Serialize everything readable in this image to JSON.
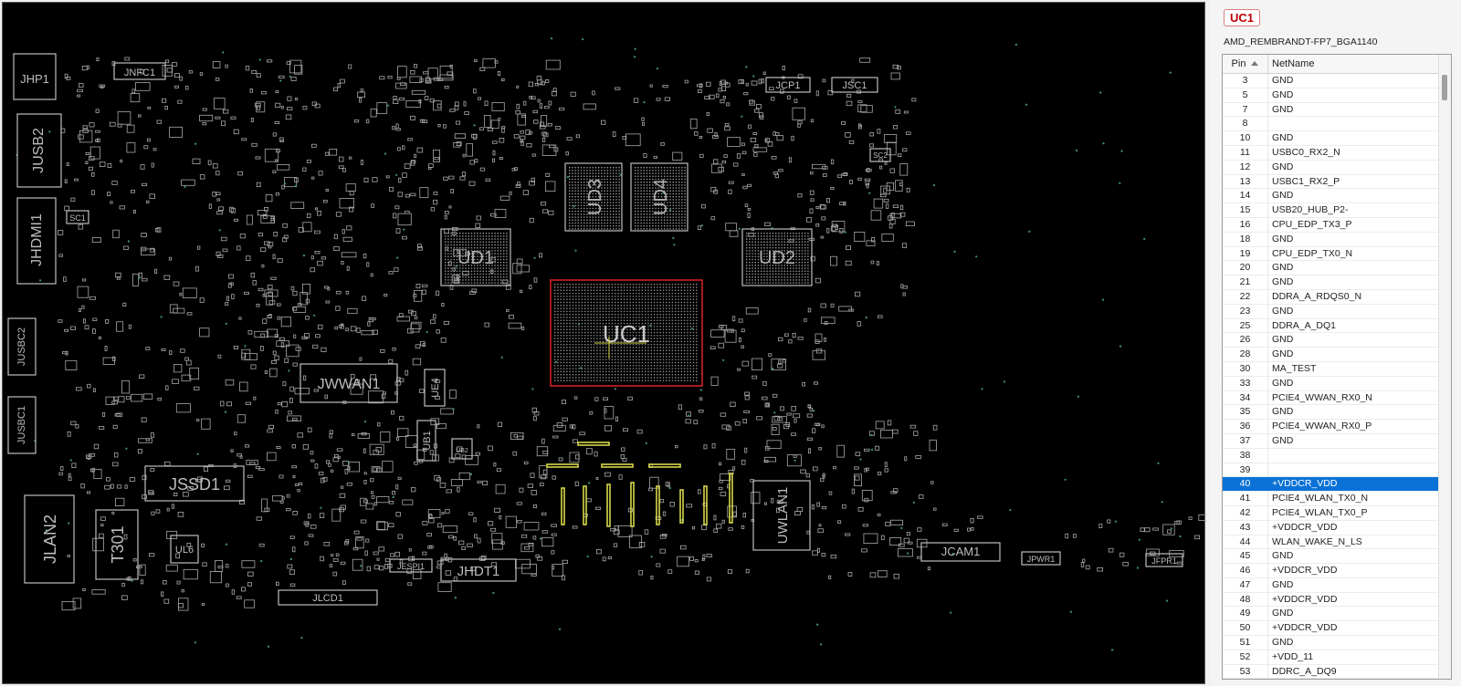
{
  "board": {
    "labels": {
      "jhp1": "JHP1",
      "jnfc1": "JNFC1",
      "jusb2": "JUSB2",
      "jhdmi1": "JHDMI1",
      "sc1": "SC1",
      "jusbc2": "JUSBC2",
      "jusbc1": "JUSBC1",
      "jlan2": "JLAN2",
      "t301": "T301",
      "ul6": "UL6",
      "jssd1": "JSSD1",
      "jwwan1": "JWWAN1",
      "ue4": "UE4",
      "ub1": "UB1",
      "ub2": "UB2",
      "jespi1": "JESPI1",
      "jhdt1": "JHDT1",
      "jlcd1": "JLCD1",
      "ud3": "UD3",
      "ud4": "UD4",
      "ud1": "UD1",
      "ud2": "UD2",
      "uc1": "UC1",
      "jcp1": "JCP1",
      "jsc1": "JSC1",
      "sc2": "SC2",
      "uwlan1": "UWLAN1",
      "jcam1": "JCAM1",
      "jpwr1": "JPWR1",
      "jfpr1": "JFPR1"
    }
  },
  "panel": {
    "component": "UC1",
    "part_number": "AMD_REMBRANDT-FP7_BGA1140",
    "columns": {
      "pin": "Pin",
      "net": "NetName"
    },
    "rows": [
      {
        "pin": "3",
        "net": "GND"
      },
      {
        "pin": "5",
        "net": "GND"
      },
      {
        "pin": "7",
        "net": "GND"
      },
      {
        "pin": "8",
        "net": ""
      },
      {
        "pin": "10",
        "net": "GND"
      },
      {
        "pin": "11",
        "net": "USBC0_RX2_N"
      },
      {
        "pin": "12",
        "net": "GND"
      },
      {
        "pin": "13",
        "net": "USBC1_RX2_P"
      },
      {
        "pin": "14",
        "net": "GND"
      },
      {
        "pin": "15",
        "net": "USB20_HUB_P2-"
      },
      {
        "pin": "16",
        "net": "CPU_EDP_TX3_P"
      },
      {
        "pin": "18",
        "net": "GND"
      },
      {
        "pin": "19",
        "net": "CPU_EDP_TX0_N"
      },
      {
        "pin": "20",
        "net": "GND"
      },
      {
        "pin": "21",
        "net": "GND"
      },
      {
        "pin": "22",
        "net": "DDRA_A_RDQS0_N"
      },
      {
        "pin": "23",
        "net": "GND"
      },
      {
        "pin": "25",
        "net": "DDRA_A_DQ1"
      },
      {
        "pin": "26",
        "net": "GND"
      },
      {
        "pin": "28",
        "net": "GND"
      },
      {
        "pin": "30",
        "net": "MA_TEST"
      },
      {
        "pin": "33",
        "net": "GND"
      },
      {
        "pin": "34",
        "net": "PCIE4_WWAN_RX0_N"
      },
      {
        "pin": "35",
        "net": "GND"
      },
      {
        "pin": "36",
        "net": "PCIE4_WWAN_RX0_P"
      },
      {
        "pin": "37",
        "net": "GND"
      },
      {
        "pin": "38",
        "net": ""
      },
      {
        "pin": "39",
        "net": ""
      },
      {
        "pin": "40",
        "net": "+VDDCR_VDD",
        "selected": true
      },
      {
        "pin": "41",
        "net": "PCIE4_WLAN_TX0_N"
      },
      {
        "pin": "42",
        "net": "PCIE4_WLAN_TX0_P"
      },
      {
        "pin": "43",
        "net": "+VDDCR_VDD"
      },
      {
        "pin": "44",
        "net": "WLAN_WAKE_N_LS"
      },
      {
        "pin": "45",
        "net": "GND"
      },
      {
        "pin": "46",
        "net": "+VDDCR_VDD"
      },
      {
        "pin": "47",
        "net": "GND"
      },
      {
        "pin": "48",
        "net": "+VDDCR_VDD"
      },
      {
        "pin": "49",
        "net": "GND"
      },
      {
        "pin": "50",
        "net": "+VDDCR_VDD"
      },
      {
        "pin": "51",
        "net": "GND"
      },
      {
        "pin": "52",
        "net": "+VDD_11"
      },
      {
        "pin": "53",
        "net": "DDRC_A_DQ9"
      }
    ]
  },
  "colors": {
    "selection": "#0a72d6",
    "highlight": "#d02020",
    "silk": "#b8b8b8",
    "trace": "#d8d84a"
  }
}
